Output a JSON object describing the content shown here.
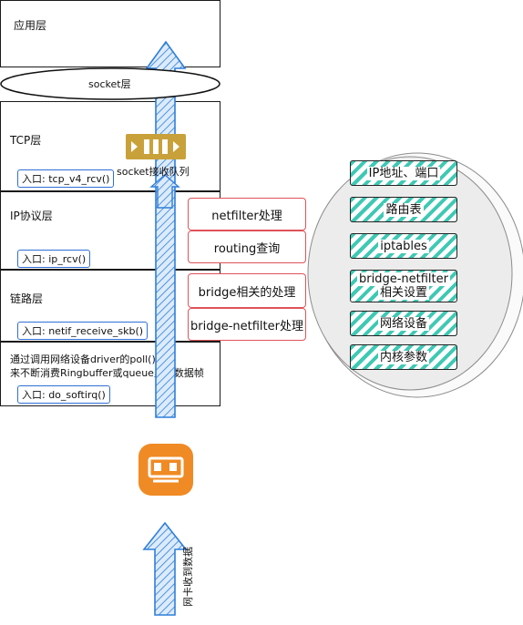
{
  "layers": {
    "app": "应用层",
    "socket": "socket层",
    "tcp": "TCP层",
    "tcp_entry": "入口: tcp_v4_rcv()",
    "queue_label": "socket接收队列",
    "ip": "IP协议层",
    "ip_entry": "入口: ip_rcv()",
    "link": "链路层",
    "link_entry": "入口: netif_receive_skb()",
    "driver_line1": "通过调用网络设备driver的poll()",
    "driver_line2": "来不断消费Ringbuffer或queue里的数据帧",
    "driver_entry": "入口: do_softirq()"
  },
  "hooks": [
    "netfilter处理",
    "routing查询",
    "bridge相关的处理",
    "bridge-netfilter处理"
  ],
  "config_items": [
    {
      "line1": "IP地址、端口",
      "line2": ""
    },
    {
      "line1": "路由表",
      "line2": ""
    },
    {
      "line1": "iptables",
      "line2": ""
    },
    {
      "line1": "bridge-netfilter",
      "line2": "相关设置"
    },
    {
      "line1": "网络设备",
      "line2": ""
    },
    {
      "line1": "内核参数",
      "line2": ""
    }
  ],
  "nic_caption": "网卡收到数据",
  "colors": {
    "arrow_fill": "#cfe6fb",
    "arrow_stroke": "#2f7fd8",
    "hook_border": "#e0525a",
    "entry_border": "#2f6fd6",
    "tag_stripe": "#3ec9b4",
    "nic_orange": "#f08a24",
    "queue_gold": "#c9a13a"
  },
  "icons": [
    "network-card-icon",
    "socket-queue-icon",
    "upward-arrow"
  ]
}
